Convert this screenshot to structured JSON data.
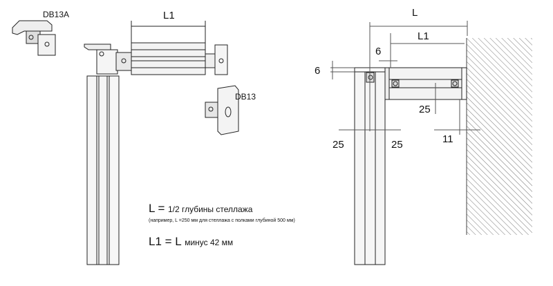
{
  "labels": {
    "db13a": "DB13A",
    "db13": "DB13",
    "l1_left": "L1",
    "l_right": "L",
    "l1_right": "L1",
    "dim_6_top": "6",
    "dim_6_left": "6",
    "dim_25_beam": "25",
    "dim_25_left": "25",
    "dim_25_right": "25",
    "dim_11": "11"
  },
  "formulas": {
    "l_symbol": "L =",
    "l_text": "1/2 глубины стеллажа",
    "example": "(например, L =250 мм для стеллажа с полками глубиной 500 мм)",
    "l1_symbol": "L1 = L",
    "l1_text": "минус 42 мм"
  }
}
